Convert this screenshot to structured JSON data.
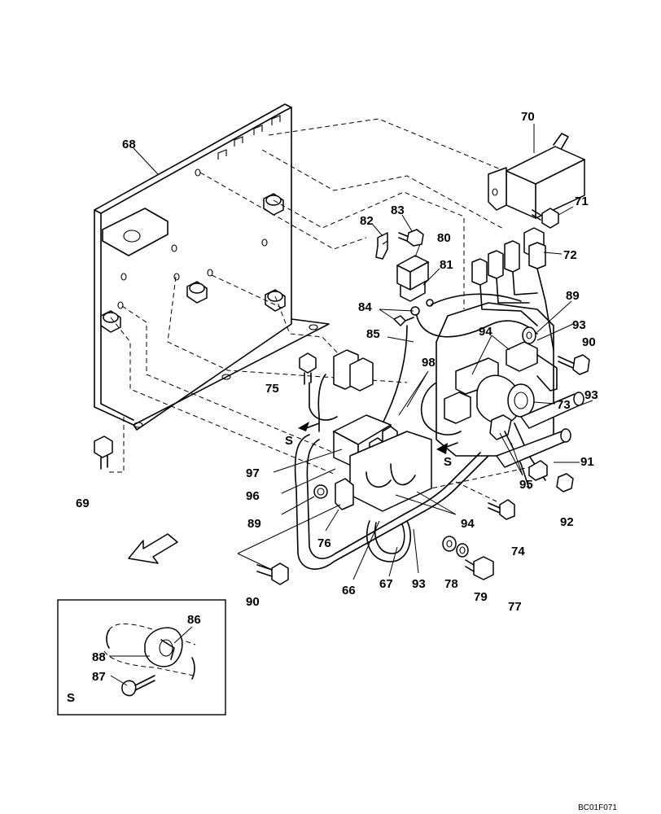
{
  "callouts": [
    {
      "id": "c68",
      "text": "68"
    },
    {
      "id": "c70",
      "text": "70"
    },
    {
      "id": "c71",
      "text": "71"
    },
    {
      "id": "c72",
      "text": "72"
    },
    {
      "id": "c82",
      "text": "82"
    },
    {
      "id": "c83",
      "text": "83"
    },
    {
      "id": "c80",
      "text": "80"
    },
    {
      "id": "c81",
      "text": "81"
    },
    {
      "id": "c84",
      "text": "84"
    },
    {
      "id": "c85",
      "text": "85"
    },
    {
      "id": "c89a",
      "text": "89"
    },
    {
      "id": "c93a",
      "text": "93"
    },
    {
      "id": "c90a",
      "text": "90"
    },
    {
      "id": "c94a",
      "text": "94"
    },
    {
      "id": "c98",
      "text": "98"
    },
    {
      "id": "c75",
      "text": "75"
    },
    {
      "id": "c73",
      "text": "73"
    },
    {
      "id": "c93b",
      "text": "93"
    },
    {
      "id": "c91",
      "text": "91"
    },
    {
      "id": "c95",
      "text": "95"
    },
    {
      "id": "c92",
      "text": "92"
    },
    {
      "id": "c97",
      "text": "97"
    },
    {
      "id": "c96",
      "text": "96"
    },
    {
      "id": "c89b",
      "text": "89"
    },
    {
      "id": "c94b",
      "text": "94"
    },
    {
      "id": "c74",
      "text": "74"
    },
    {
      "id": "c76",
      "text": "76"
    },
    {
      "id": "c69",
      "text": "69"
    },
    {
      "id": "c90b",
      "text": "90"
    },
    {
      "id": "c66",
      "text": "66"
    },
    {
      "id": "c67",
      "text": "67"
    },
    {
      "id": "c93c",
      "text": "93"
    },
    {
      "id": "c78",
      "text": "78"
    },
    {
      "id": "c79",
      "text": "79"
    },
    {
      "id": "c77",
      "text": "77"
    },
    {
      "id": "c86",
      "text": "86"
    },
    {
      "id": "c88",
      "text": "88"
    },
    {
      "id": "c87",
      "text": "87"
    }
  ],
  "section_marks": [
    {
      "id": "s1",
      "text": "S"
    },
    {
      "id": "s2",
      "text": "S"
    },
    {
      "id": "s3",
      "text": "S"
    }
  ],
  "drawing_code": "BC01F071"
}
